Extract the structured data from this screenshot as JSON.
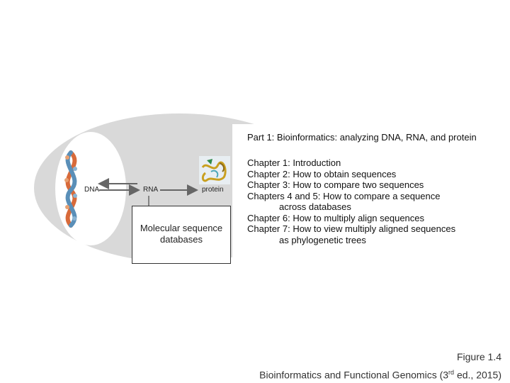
{
  "diagram": {
    "nodes": {
      "dna": "DNA",
      "rna": "RNA",
      "protein": "protein"
    },
    "database_box": {
      "line1": "Molecular sequence",
      "line2": "databases"
    },
    "colors": {
      "ellipse_fill": "#d9d9d9",
      "arrow": "#666666",
      "helix_orange": "#d86a3a",
      "helix_blue": "#5a8fb8",
      "protein_gold": "#c9a020",
      "protein_green": "#2f8a4a",
      "protein_teal": "#4aa5b8"
    },
    "icons": {
      "dna": "dna-helix-icon",
      "protein": "protein-structure-icon"
    }
  },
  "part": {
    "title": "Part 1: Bioinformatics: analyzing DNA, RNA, and protein",
    "chapters": [
      "Chapter 1: Introduction",
      "Chapter 2: How to obtain sequences",
      "Chapter 3: How to compare two sequences",
      "Chapters 4 and 5: How to compare a sequence",
      "across databases",
      "Chapter 6: How to multiply align sequences",
      "Chapter 7: How to view multiply aligned sequences",
      "as phylogenetic trees"
    ]
  },
  "caption": {
    "figure": "Figure 1.4",
    "source_before_sup": "Bioinformatics and Functional Genomics (3",
    "source_sup": "rd",
    "source_after_sup": " ed., 2015)"
  }
}
